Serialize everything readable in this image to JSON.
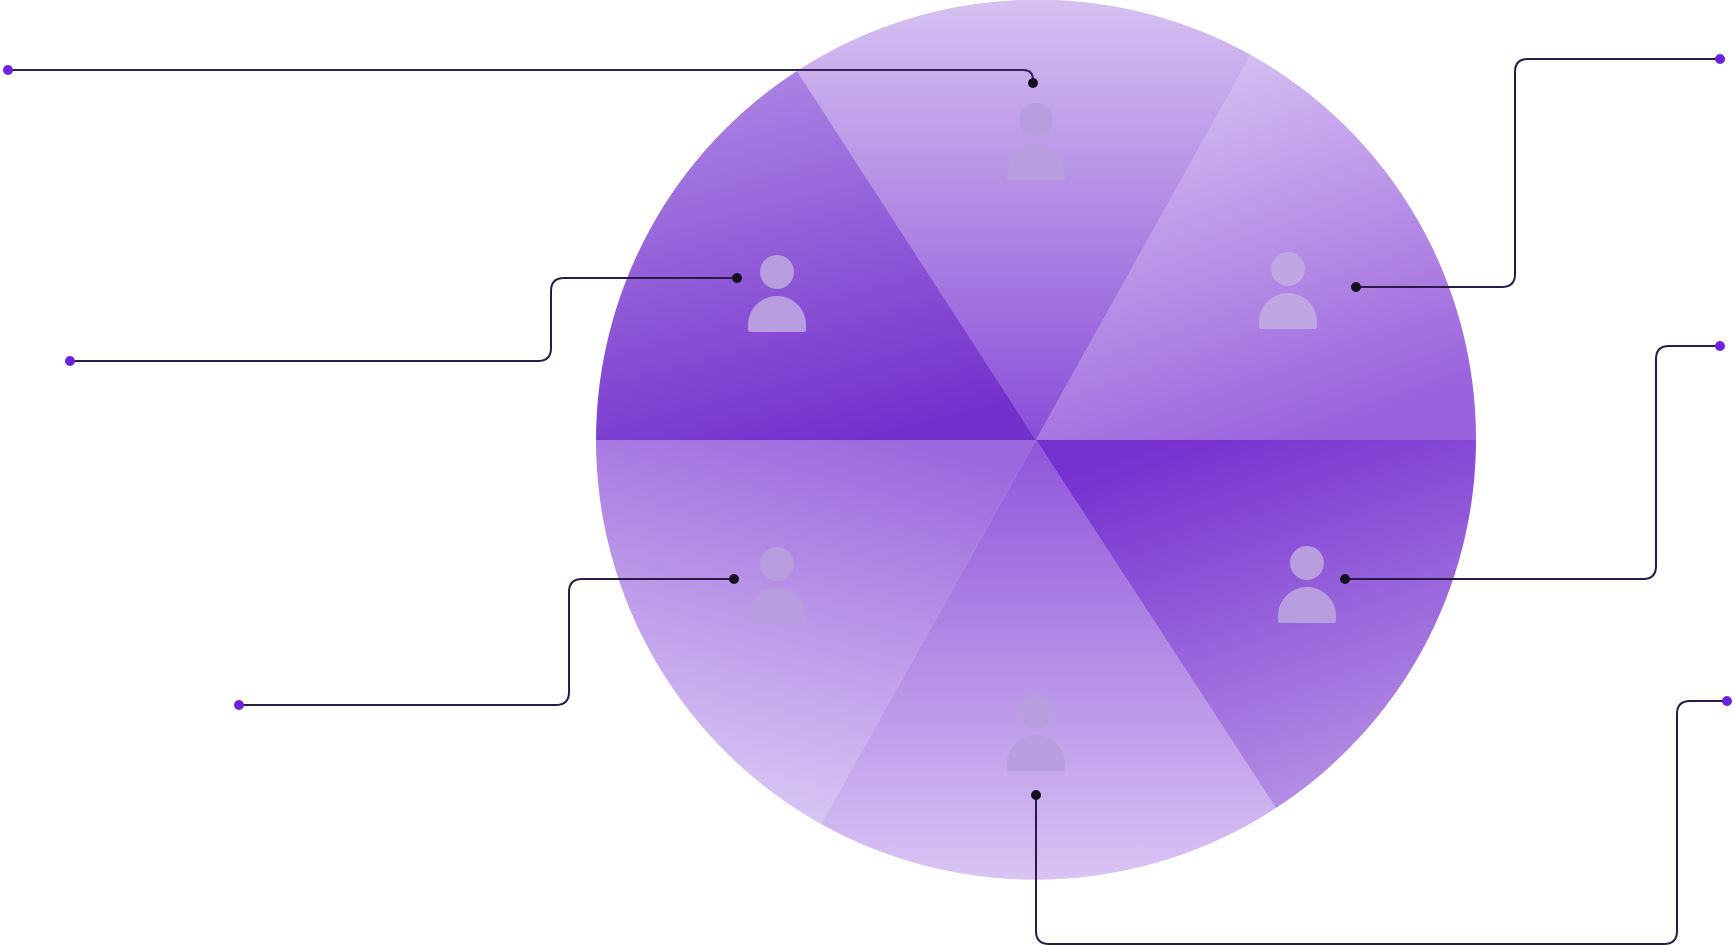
{
  "diagram": {
    "type": "pie-segments-with-callouts",
    "segment_count": 6,
    "colors": {
      "background": "#ffffff",
      "segment_deep": "#7a32d0",
      "segment_light": "#d8c1f2",
      "icon_fill": "#b79cde",
      "callout_line": "#1f1233",
      "leader_line": "#6a22dd",
      "endpoint_dot": "#6a22dd",
      "anchor_dot": "#15101f"
    },
    "segments": [
      {
        "id": "top",
        "icon": "person-icon"
      },
      {
        "id": "upper-right",
        "icon": "person-icon"
      },
      {
        "id": "lower-right",
        "icon": "person-icon"
      },
      {
        "id": "bottom",
        "icon": "person-icon"
      },
      {
        "id": "lower-left",
        "icon": "person-icon"
      },
      {
        "id": "upper-left",
        "icon": "person-icon"
      }
    ]
  }
}
